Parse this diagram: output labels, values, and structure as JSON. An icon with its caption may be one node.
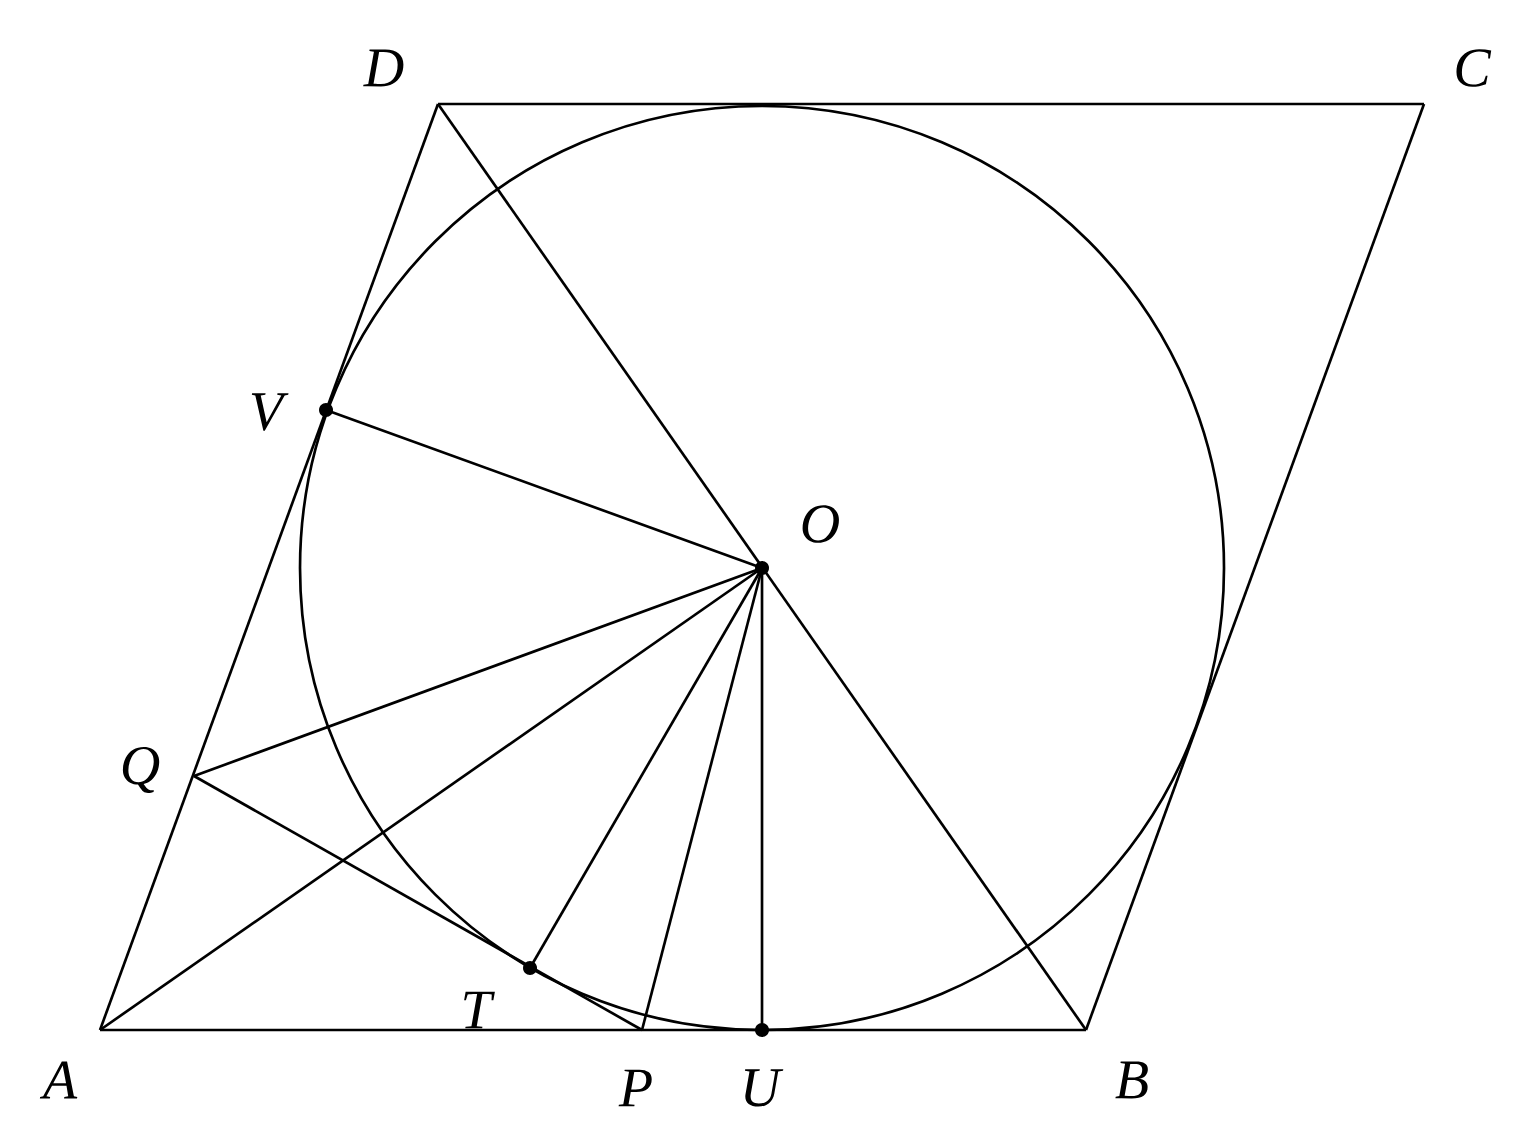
{
  "diagram": {
    "nodes": [
      {
        "text": [
          "A"
        ]
      },
      {
        "text": [
          "B"
        ]
      },
      {
        "text": [
          "C"
        ]
      },
      {
        "text": [
          "D"
        ]
      },
      {
        "text": [
          "O"
        ]
      },
      {
        "text": [
          "U"
        ]
      },
      {
        "text": [
          "P"
        ]
      },
      {
        "text": [
          "T"
        ]
      },
      {
        "text": [
          "Q"
        ]
      },
      {
        "text": [
          "V"
        ]
      }
    ],
    "edges": [
      {
        "from": 0,
        "to": 1,
        "arrow": "none"
      },
      {
        "from": 1,
        "to": 2,
        "arrow": "none"
      },
      {
        "from": 2,
        "to": 3,
        "arrow": "none"
      },
      {
        "from": 3,
        "to": 0,
        "arrow": "none"
      },
      {
        "from": 3,
        "to": 1,
        "arrow": "none"
      },
      {
        "from": 4,
        "to": 9,
        "arrow": "none"
      },
      {
        "from": 4,
        "to": 8,
        "arrow": "none"
      },
      {
        "from": 4,
        "to": 0,
        "arrow": "none"
      },
      {
        "from": 4,
        "to": 7,
        "arrow": "none"
      },
      {
        "from": 4,
        "to": 6,
        "arrow": "none"
      },
      {
        "from": 4,
        "to": 5,
        "arrow": "none"
      },
      {
        "from": 8,
        "to": 6,
        "arrow": "none"
      }
    ]
  }
}
